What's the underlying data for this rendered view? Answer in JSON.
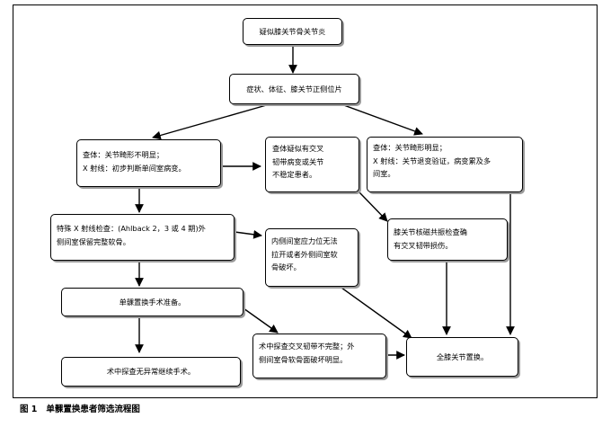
{
  "figure": {
    "caption_num": "图 1",
    "caption_text": "单髁置换患者筛选流程图"
  },
  "nodes": {
    "suspect": "疑似膝关节骨关节炎",
    "symptoms": "症状、体征、膝关节正侧位片",
    "exam_mild": [
      "查体：关节畸形不明显；",
      "X 射线：初步判断单间室病变。"
    ],
    "ligament_suspect": [
      "查体疑似有交叉",
      "韧带病变或关节",
      "不稳定患者。"
    ],
    "exam_obvious": [
      "查体：关节畸形明显；",
      "X 射线：关节退变验证，病变累及多",
      "间室。"
    ],
    "xray_special": [
      "特殊 X 射线检查：(Ahlback 2，3 或 4 期)外",
      "侧间室保留完整软骨。"
    ],
    "mri_injury": [
      "膝关节核磁共振检查确",
      "有交叉韧带损伤。"
    ],
    "medial_fail": [
      "内侧间室应力位无法",
      "拉开或者外侧间室软",
      "骨破坏。"
    ],
    "uka_prep": "单髁置换手术准备。",
    "intraop_incomplete": [
      "术中探查交叉韧带不完整；外",
      "侧间室骨软骨面破坏明显。"
    ],
    "intraop_ok": "术中探查无异常继续手术。",
    "tka": "全膝关节置换。"
  }
}
